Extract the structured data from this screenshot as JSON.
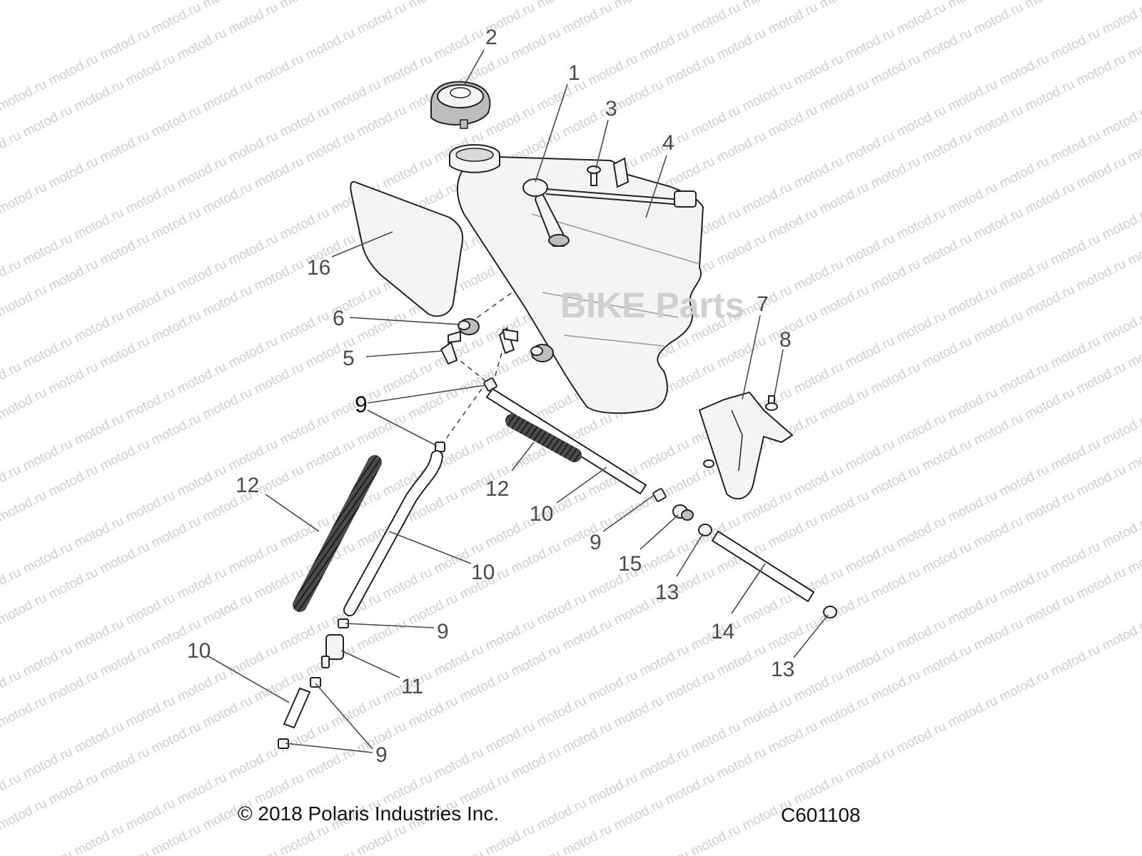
{
  "watermark": {
    "text": "motod.ru",
    "logo_text": "BIKE Parts"
  },
  "callouts": [
    {
      "id": "c2",
      "label": "2"
    },
    {
      "id": "c1",
      "label": "1"
    },
    {
      "id": "c3",
      "label": "3"
    },
    {
      "id": "c4",
      "label": "4"
    },
    {
      "id": "c16",
      "label": "16"
    },
    {
      "id": "c6",
      "label": "6"
    },
    {
      "id": "c5",
      "label": "5"
    },
    {
      "id": "c9a",
      "label": "9"
    },
    {
      "id": "c7",
      "label": "7"
    },
    {
      "id": "c8",
      "label": "8"
    },
    {
      "id": "c12a",
      "label": "12"
    },
    {
      "id": "c12b",
      "label": "12"
    },
    {
      "id": "c10a",
      "label": "10"
    },
    {
      "id": "c10b",
      "label": "10"
    },
    {
      "id": "c9b",
      "label": "9"
    },
    {
      "id": "c15",
      "label": "15"
    },
    {
      "id": "c13a",
      "label": "13"
    },
    {
      "id": "c14",
      "label": "14"
    },
    {
      "id": "c9c",
      "label": "9"
    },
    {
      "id": "c10c",
      "label": "10"
    },
    {
      "id": "c11",
      "label": "11"
    },
    {
      "id": "c13b",
      "label": "13"
    },
    {
      "id": "c9d",
      "label": "9"
    }
  ],
  "footer": {
    "copyright": "© 2018 Polaris Industries Inc.",
    "diagram_code": "C601108"
  }
}
